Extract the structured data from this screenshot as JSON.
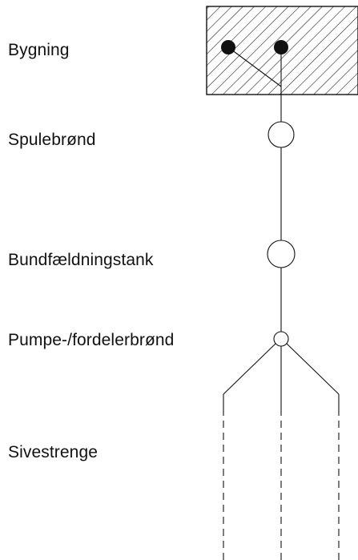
{
  "labels": {
    "building": "Bygning",
    "flush_well": "Spulebrønd",
    "settling_tank": "Bundfældningstank",
    "pump_distribution_well": "Pumpe-/fordelerbrønd",
    "drain_lines": "Sivestrenge"
  },
  "colors": {
    "line": "#111111",
    "background": "#ffffff"
  },
  "icons": {
    "building": "hatched-rectangle",
    "wells": "circle",
    "pipe-inlets": "filled-dot"
  }
}
